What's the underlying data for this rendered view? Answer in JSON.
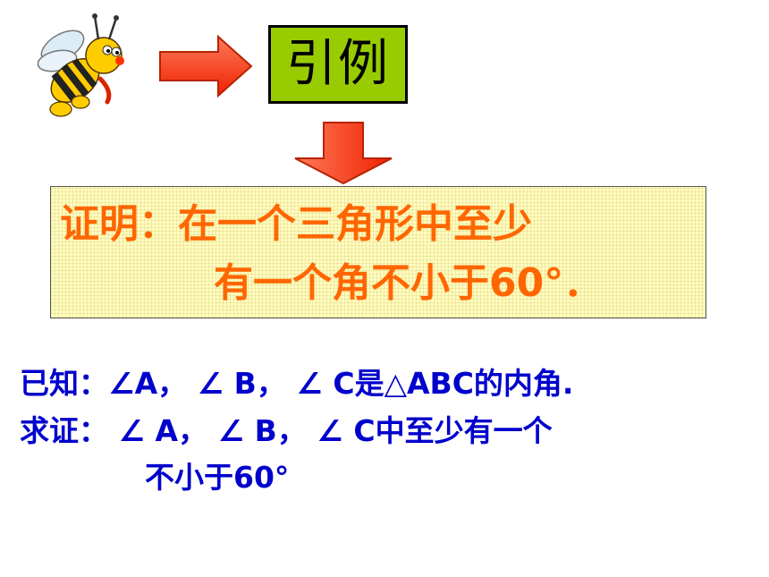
{
  "title": "引例",
  "statement": {
    "line1": "证明：在一个三角形中至少",
    "line2": "有一个角不小于60°．"
  },
  "proof": {
    "given": "已知：∠A， ∠ B， ∠ C是△ABC的内角.",
    "prove_line1": "求证： ∠ A， ∠ B， ∠ C中至少有一个",
    "prove_line2": "不小于60°"
  },
  "colors": {
    "title_bg": "#99cc00",
    "statement_text": "#ff6600",
    "statement_bg": "#fffcc2",
    "proof_text": "#0000cc",
    "arrow_fill": "#ff3300"
  }
}
